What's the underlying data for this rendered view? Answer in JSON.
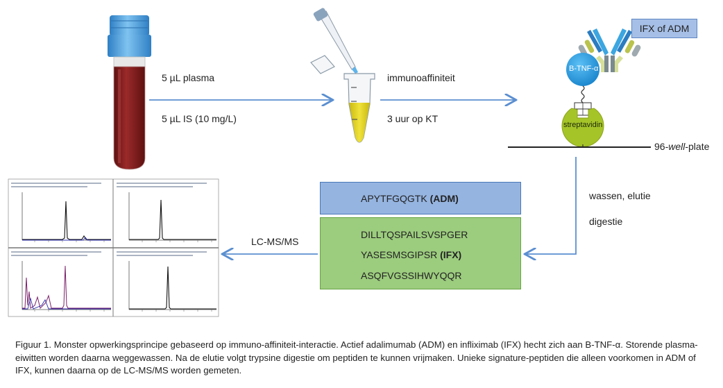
{
  "labels": {
    "plasma": "5 µL plasma",
    "is": "5 µL IS (10 mg/L)",
    "immunoaffiniteit": "immunoaffiniteit",
    "kt": "3 uur op KT",
    "ifx_adm": "IFX of ADM",
    "btnf": "B-TNF-α",
    "streptavidin": "streptavidin",
    "plate_prefix": "96-",
    "plate_italic": "well",
    "plate_suffix": "-plate",
    "wassen": "wassen, elutie",
    "digestie": "digestie",
    "lcms": "LC-MS/MS"
  },
  "peptides": {
    "adm_seq": "APYTFGQGTK",
    "adm_tag": "(ADM)",
    "p1": "DILLTQSPAILSVSPGER",
    "ifx_seq": "YASESMSGIPSR",
    "ifx_tag": "(IFX)",
    "p3": "ASQFVGSSIHWYQQR"
  },
  "caption": "Figuur 1. Monster opwerkingsprincipe gebaseerd op immuno-affiniteit-interactie. Actief adalimumab (ADM) en infliximab (IFX) hecht zich aan B-TNF-α. Storende plasma-eiwitten worden daarna weggewassen. Na de elutie volgt trypsine digestie om peptiden te kunnen vrijmaken. Unieke signature-peptiden die alleen voorkomen in ADM of IFX, kunnen daarna op de LC-MS/MS worden gemeten.",
  "colors": {
    "arrow": "#5b8fd0",
    "tube_cap": "#4a9fe0",
    "blood": "#8b1e1e",
    "yellow": "#e3d21a",
    "btnf": "#1e9be0",
    "streptavidin": "#a5c428",
    "blue_box": "#95b4e0",
    "green_box": "#9ccc7e"
  },
  "icons": [
    "blood-tube-icon",
    "pipette-icon",
    "eppendorf-tube-icon",
    "antibody-icon",
    "chromatogram-panel"
  ]
}
